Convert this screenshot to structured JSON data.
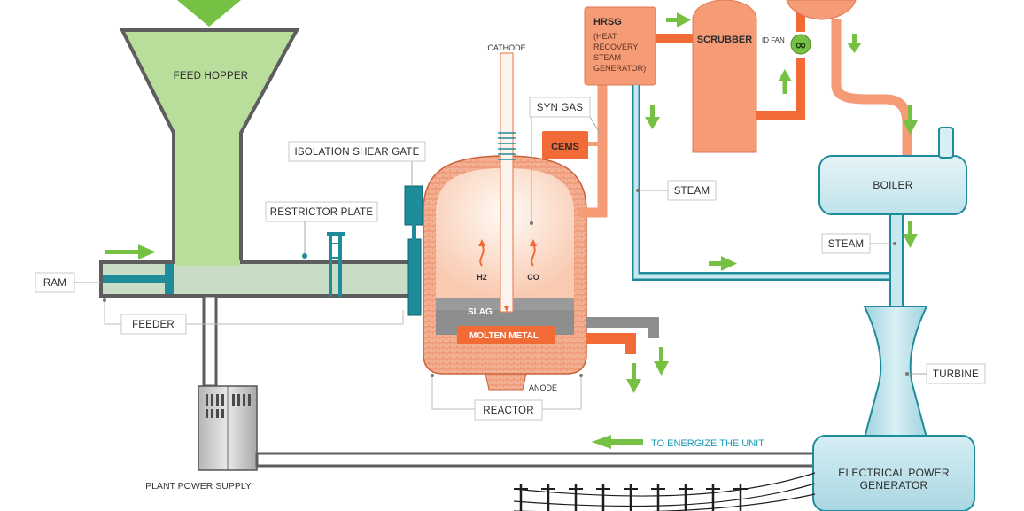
{
  "labels": {
    "feed_hopper": "FEED HOPPER",
    "isolation_shear_gate": "ISOLATION SHEAR GATE",
    "restrictor_plate": "RESTRICTOR PLATE",
    "ram": "RAM",
    "feeder": "FEEDER",
    "plant_power_supply": "PLANT POWER SUPPLY",
    "cathode": "CATHODE",
    "syn_gas": "SYN GAS",
    "cems": "CEMS",
    "h2": "H2",
    "co": "CO",
    "slag": "SLAG",
    "molten_metal": "MOLTEN METAL",
    "anode": "ANODE",
    "reactor": "REACTOR",
    "hrsg_title": "HRSG",
    "hrsg_line1": "(HEAT",
    "hrsg_line2": "RECOVERY",
    "hrsg_line3": "STEAM",
    "hrsg_line4": "GENERATOR)",
    "scrubber": "SCRUBBER",
    "id_fan": "ID FAN",
    "id_fan_symbol": "∞",
    "steam_1": "STEAM",
    "steam_2": "STEAM",
    "boiler": "BOILER",
    "turbine": "TURBINE",
    "to_energize": "TO ENERGIZE THE UNIT",
    "generator_line1": "ELECTRICAL POWER",
    "generator_line2": "GENERATOR"
  },
  "colors": {
    "hopper_green": "#b9dd9a",
    "arrow_green": "#76c043",
    "pipe_gray": "#5d5d5d",
    "teal": "#1f8c9c",
    "light_blue": "#c8e8ef",
    "orange": "#f26a35",
    "salmon": "#f59b75",
    "label_blue": "#1a9bb8"
  },
  "icons": {
    "arrow": "green-arrow-icon",
    "fan": "id-fan-icon"
  }
}
